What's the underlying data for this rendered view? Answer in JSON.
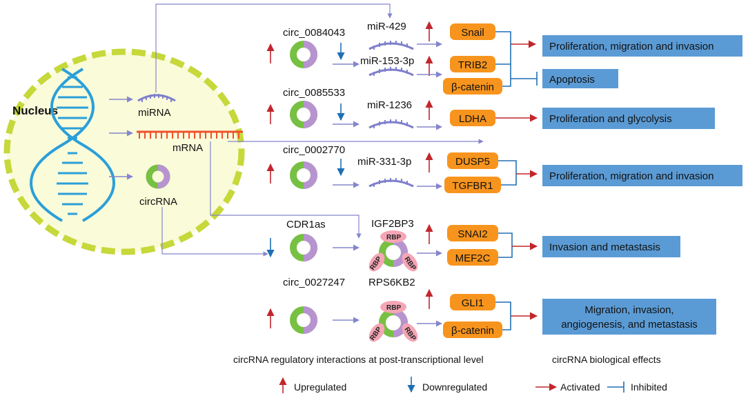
{
  "nucleus": {
    "title": "Nucleus",
    "mirna_label": "miRNA",
    "mrna_label": "mRNA",
    "circrna_label": "circRNA"
  },
  "circrnas": {
    "c1": "circ_0084043",
    "c2": "circ_0085533",
    "c3": "circ_0002770",
    "c4": "CDR1as",
    "c5": "circ_0027247"
  },
  "mirnas": {
    "m1": "miR-429",
    "m2": "miR-153-3p",
    "m3": "miR-1236",
    "m4": "miR-331-3p"
  },
  "proteins": {
    "p1": "IGF2BP3",
    "p2": "RPS6KB2",
    "rbp": "RBP"
  },
  "genes": {
    "g1": "Snail",
    "g2": "TRIB2",
    "g3": "β-catenin",
    "g4": "LDHA",
    "g5": "DUSP5",
    "g6": "TGFBR1",
    "g7": "SNAI2",
    "g8": "MEF2C",
    "g9": "GLI1",
    "g10": "β-catenin"
  },
  "effects": {
    "e1": "Proliferation, migration and invasion",
    "e2": "Apoptosis",
    "e3": "Proliferation and glycolysis",
    "e4": "Proliferation, migration and invasion",
    "e5": "Invasion and metastasis",
    "e6_line1": "Migration, invasion,",
    "e6_line2": "angiogenesis, and metastasis"
  },
  "captions": {
    "left": "circRNA regulatory interactions at post-transcriptional level",
    "right": "circRNA biological effects"
  },
  "legend": {
    "up": "Upregulated",
    "down": "Downregulated",
    "activated": "Activated",
    "inhibited": "Inhibited"
  },
  "colors": {
    "nucleus_fill": "#f9fbd9",
    "nucleus_border": "#c6d83a",
    "dna": "#2b9fd9",
    "mrna": "#f0502a",
    "mirna": "#7f7fcc",
    "circ_green": "#77c043",
    "circ_purple": "#b794cf",
    "gene_box": "#f7941d",
    "effect_box": "#5b9bd5",
    "up_arrow": "#c1272d",
    "down_arrow": "#1f6fb5",
    "activate": "#c1272d",
    "inhibit": "#1f6fb5",
    "connector": "#8585cc",
    "rbp_pink": "#f4a6b4"
  }
}
